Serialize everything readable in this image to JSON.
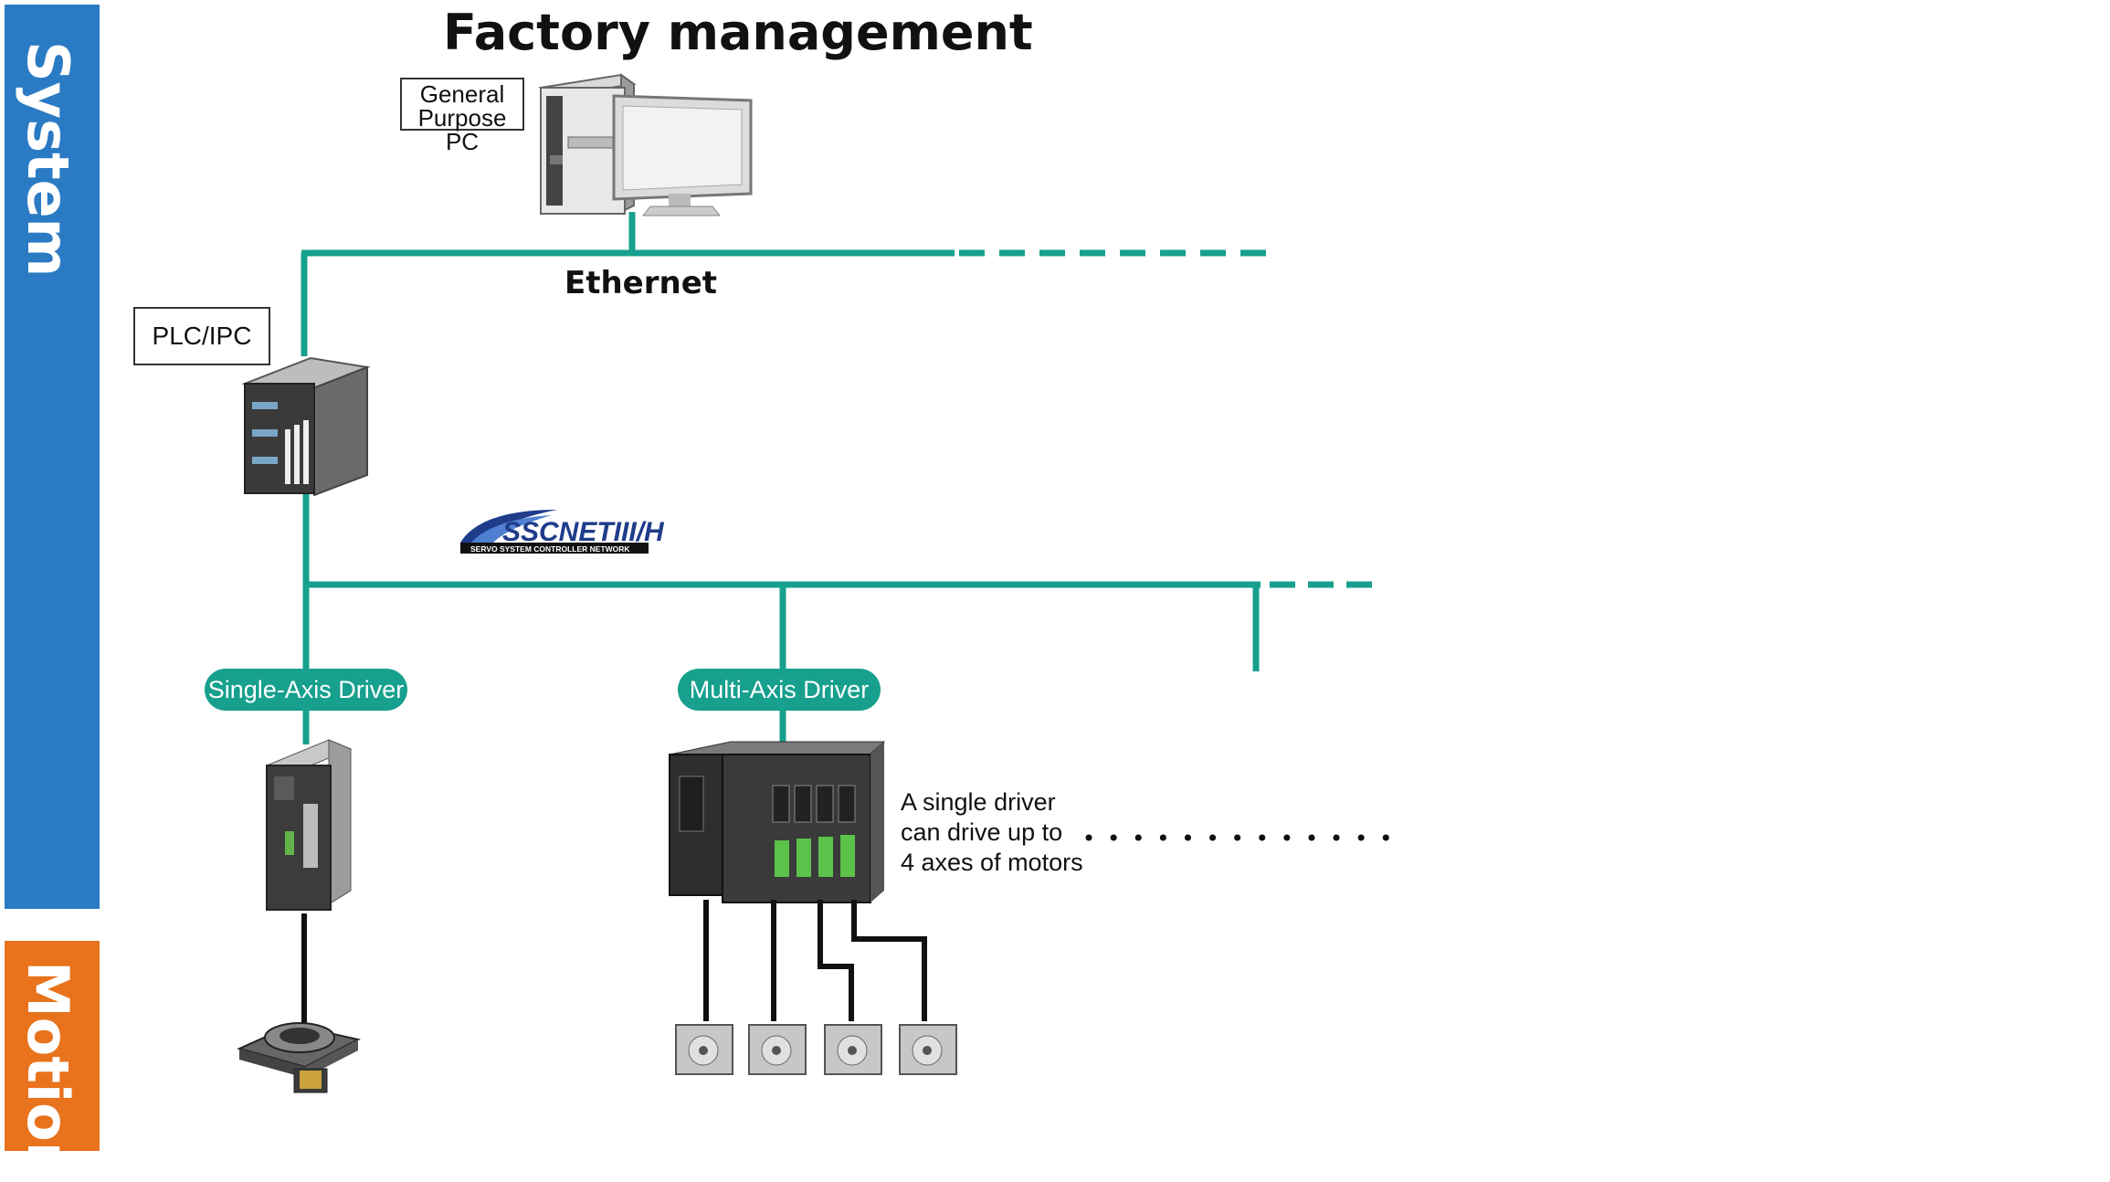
{
  "sidebar": {
    "system_label": "System",
    "motion_label": "Motion"
  },
  "title": "Factory management",
  "labels": {
    "general_pc_line1": "General",
    "general_pc_line2": "Purpose PC",
    "ethernet": "Ethernet",
    "plc": "PLC/IPC",
    "sscnet": "SSCNETIII/H",
    "sscnet_sub": "SERVO SYSTEM CONTROLLER NETWORK",
    "single_axis": "Single-Axis Driver",
    "multi_axis": "Multi-Axis Driver"
  },
  "note": {
    "line1": "A single driver",
    "line2": "can drive up to",
    "line3": "4 axes of motors"
  },
  "colors": {
    "network": "#17a08d",
    "system_bar": "#2b7bc4",
    "motion_bar": "#e8731c"
  }
}
